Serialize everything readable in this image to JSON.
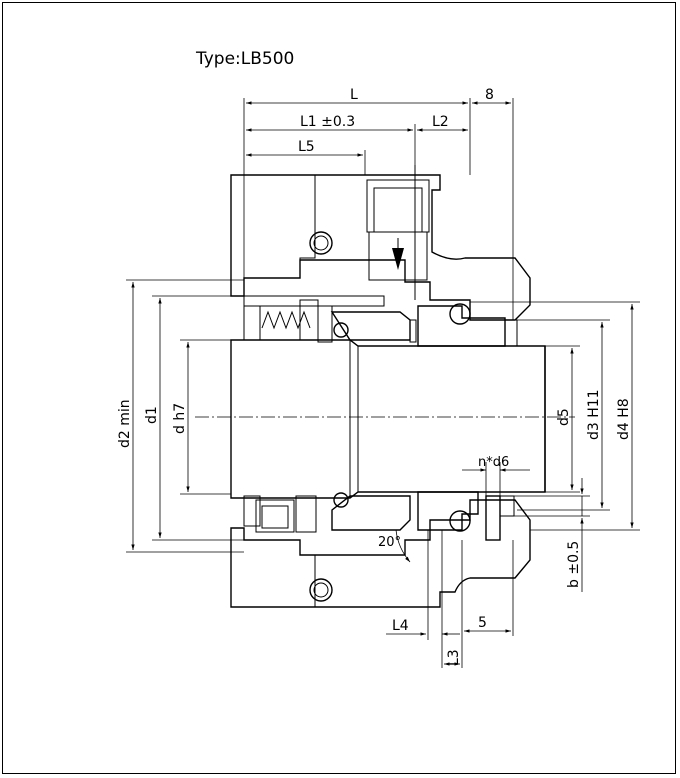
{
  "title": "Type:LB500",
  "dimensions": {
    "L": "L",
    "eight": "8",
    "L1": "L1   ±0.3",
    "L2": "L2",
    "L5": "L5",
    "d2": "d2   min",
    "d1": "d1",
    "dh7": "d h7",
    "d5": "d5",
    "d3": "d3 H11",
    "d4": "d4   H8",
    "nd6": "n*d6",
    "angle": "20°",
    "b": "b   ±0.5",
    "L4": "L4",
    "five": "5",
    "L3": "L3"
  }
}
